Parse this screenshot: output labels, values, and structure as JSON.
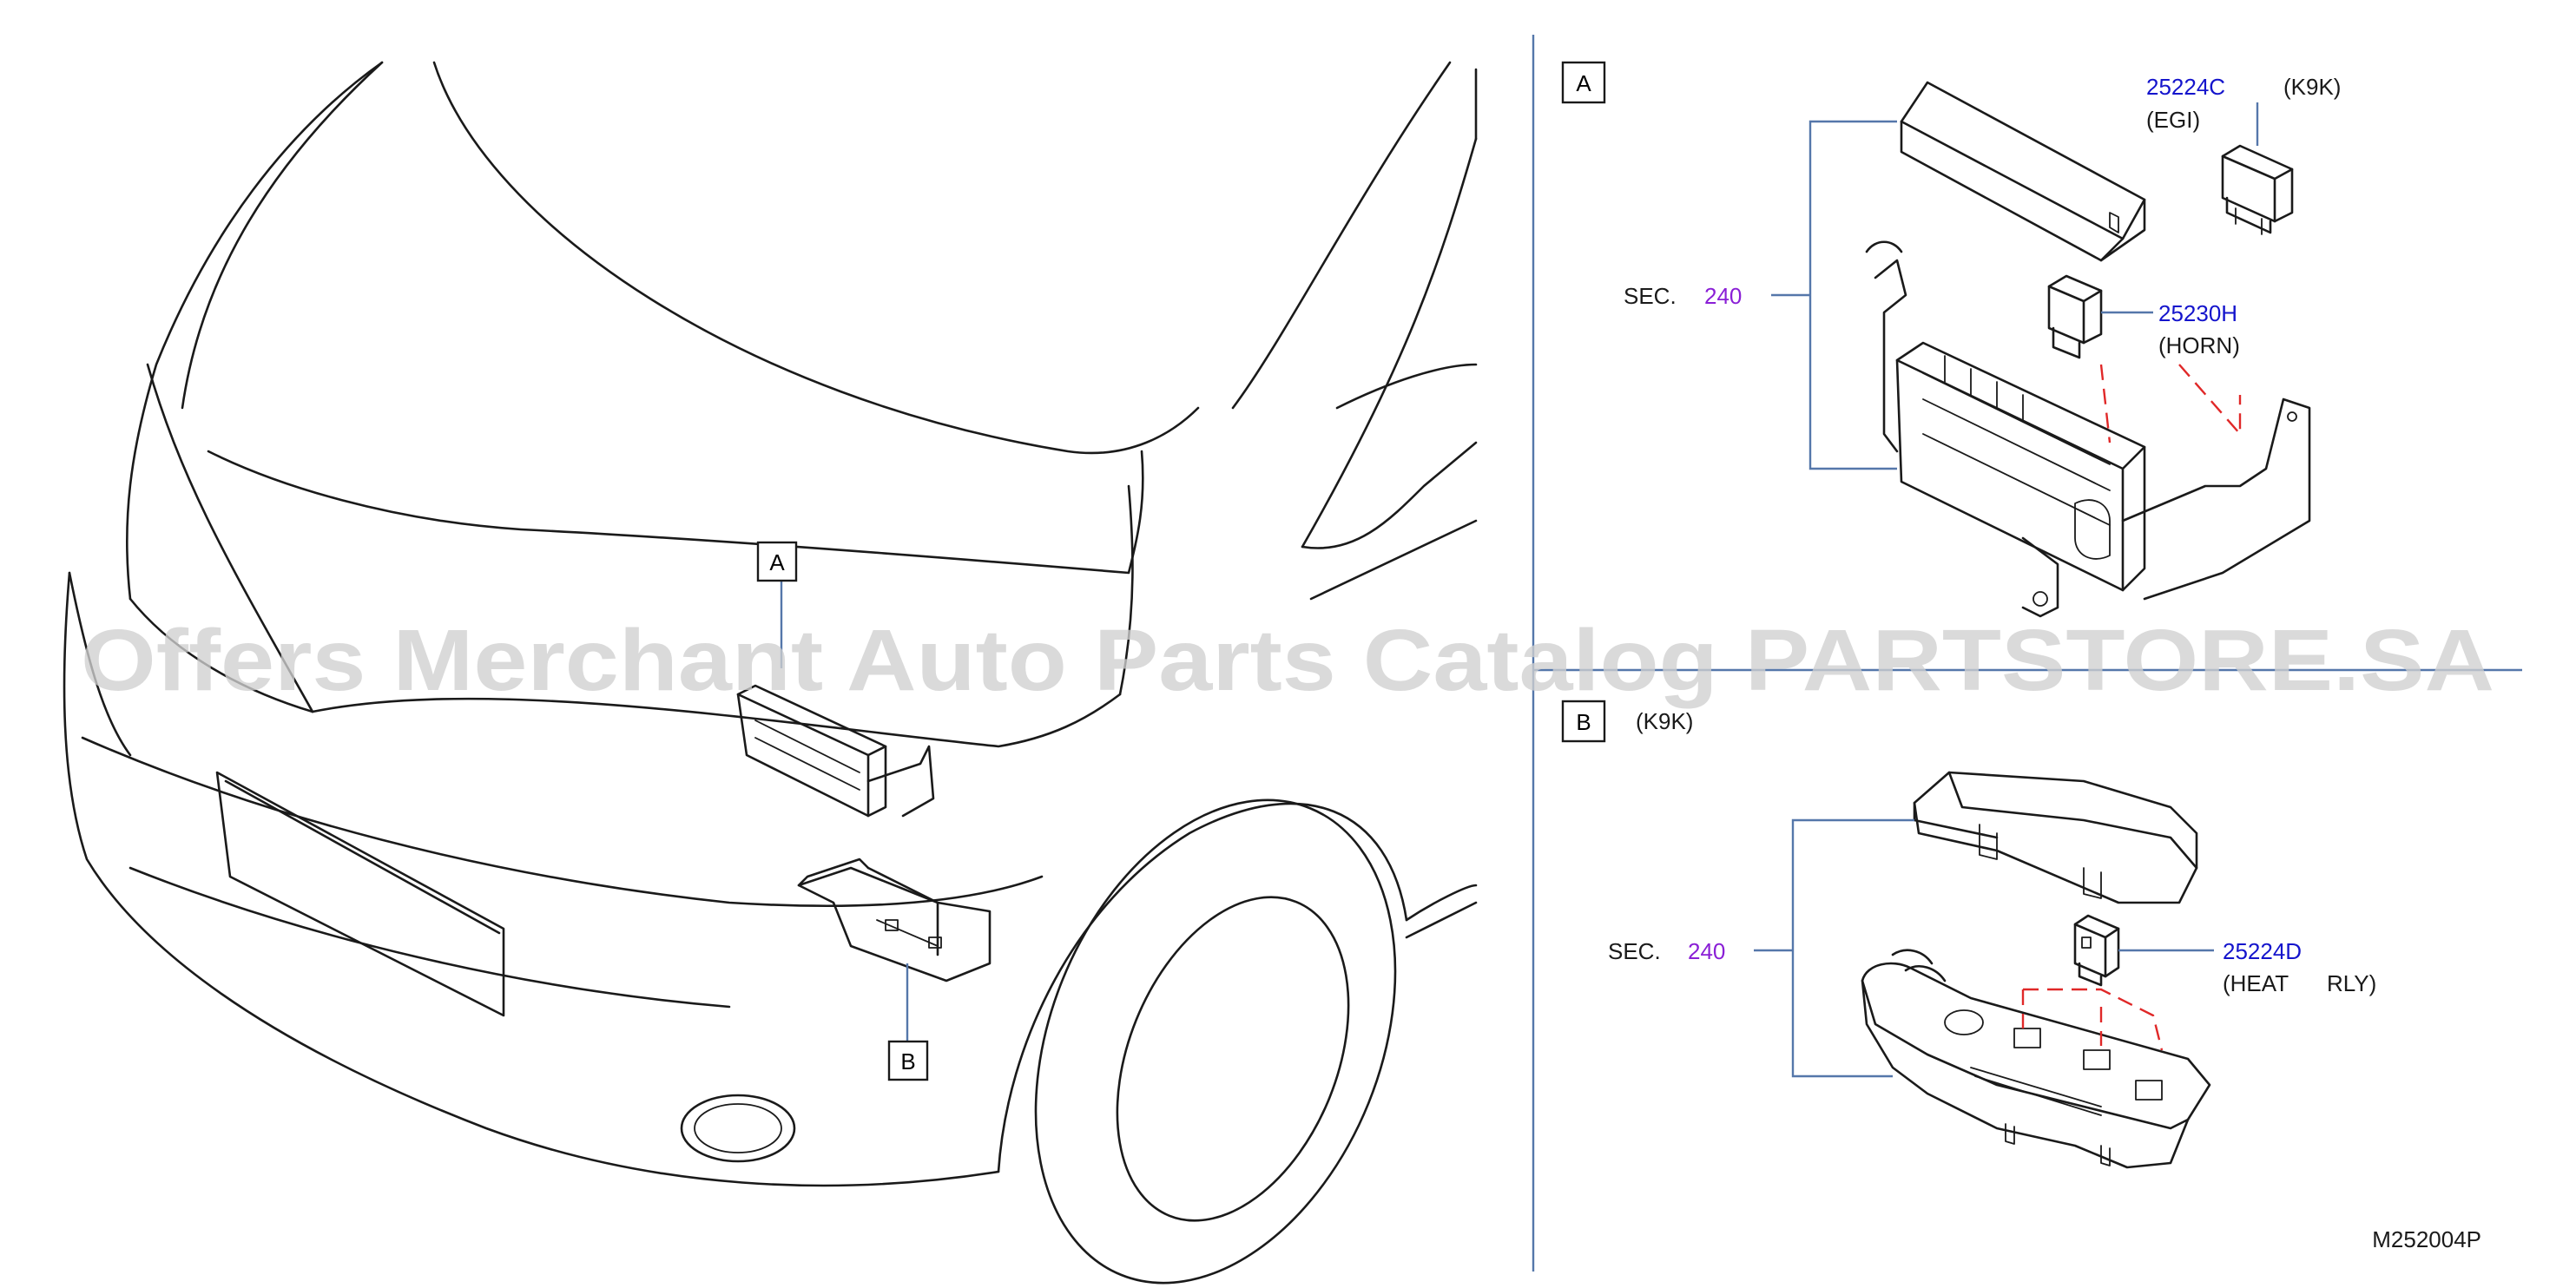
{
  "colors": {
    "line": "#1a1a1a",
    "part_link": "#1414cc",
    "section_link": "#8a1fd6",
    "divider": "#5577aa",
    "dashed": "#e02828",
    "watermark": "#cfcfcf"
  },
  "overview": {
    "callout_a": "A",
    "callout_b": "B"
  },
  "detail_a": {
    "letter": "A",
    "section_label": "SEC.",
    "section_number": "240",
    "part_egi": {
      "number": "25224C",
      "model": "(K9K)",
      "desc": "(EGI)"
    },
    "part_horn": {
      "number": "25230H",
      "desc": "(HORN)"
    }
  },
  "detail_b": {
    "letter": "B",
    "model": "(K9K)",
    "section_label": "SEC.",
    "section_number": "240",
    "part_heat": {
      "number": "25224D",
      "desc": "(HEAT",
      "desc2": "RLY)"
    }
  },
  "diagram_code": "M252004P",
  "watermark": "Offers Merchant Auto Parts Catalog PARTSTORE.SA"
}
